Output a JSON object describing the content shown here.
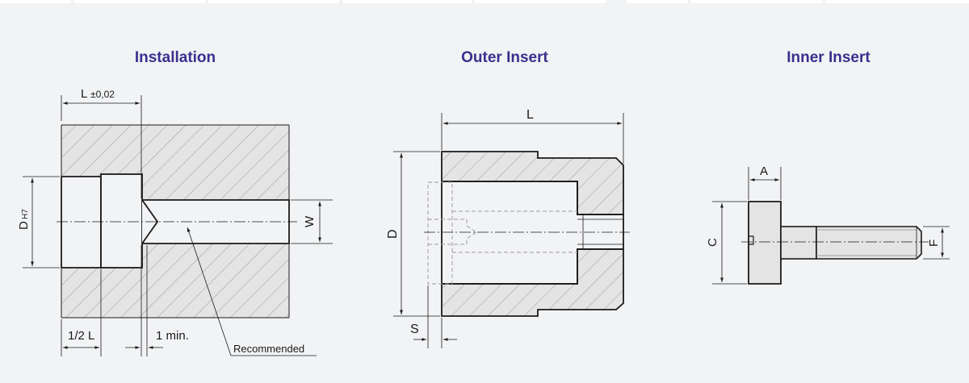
{
  "colors": {
    "background": "#f2f3f5",
    "title": "#3c2f8f",
    "hatch_fill": "#e4e4e4",
    "line": "#1a1a1a"
  },
  "panels": {
    "installation": {
      "title": "Installation",
      "labels": {
        "length": "L",
        "tolerance": "±0,02",
        "diameter": "D",
        "diameter_fit": "H7",
        "width": "W",
        "half_length": "1/2 L",
        "min_gap": "1 min.",
        "recommended": "Recommended"
      }
    },
    "outer_insert": {
      "title": "Outer Insert",
      "labels": {
        "length": "L",
        "diameter": "D",
        "step": "S"
      }
    },
    "inner_insert": {
      "title": "Inner Insert",
      "labels": {
        "head_width": "A",
        "head_height": "C",
        "shank": "F"
      }
    }
  }
}
